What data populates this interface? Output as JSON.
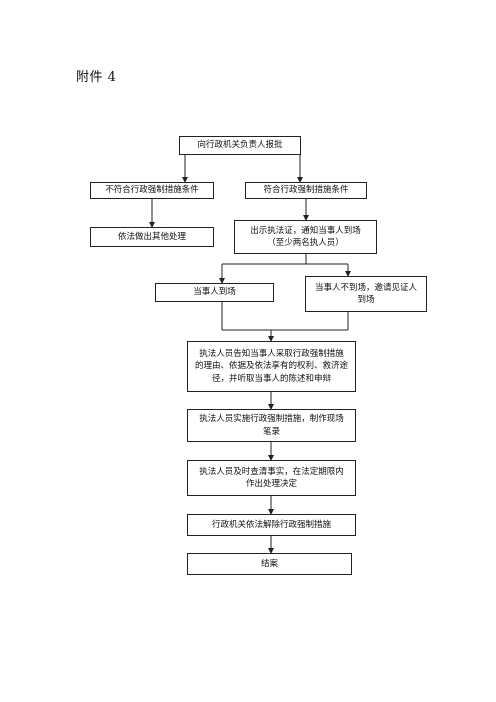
{
  "document": {
    "heading": "附件 4"
  },
  "flowchart": {
    "report": "向行政机关负责人报批",
    "not_meet": "不符合行政强制措施条件",
    "meet": "符合行政强制措施条件",
    "other": "依法做出其他处理",
    "show_cert_line1": "出示执法证，通知当事人到场",
    "show_cert_line2": "（至少两名执人员）",
    "present": "当事人到场",
    "absent_line1": "当事人不到场，邀请见证人",
    "absent_line2": "到场",
    "inform_line1": "执法人员告知当事人采取行政强制措施",
    "inform_line2": "的理由、依据及依法享有的权利、救济途",
    "inform_line3": "径，并听取当事人的陈述和申辩",
    "implement_line1": "执法人员实施行政强制措施，制作现场",
    "implement_line2": "笔录",
    "verify_line1": "执法人员及时查清事实，在法定期限内",
    "verify_line2": "作出处理决定",
    "release": "行政机关依法解除行政强制措施",
    "close": "结案"
  }
}
